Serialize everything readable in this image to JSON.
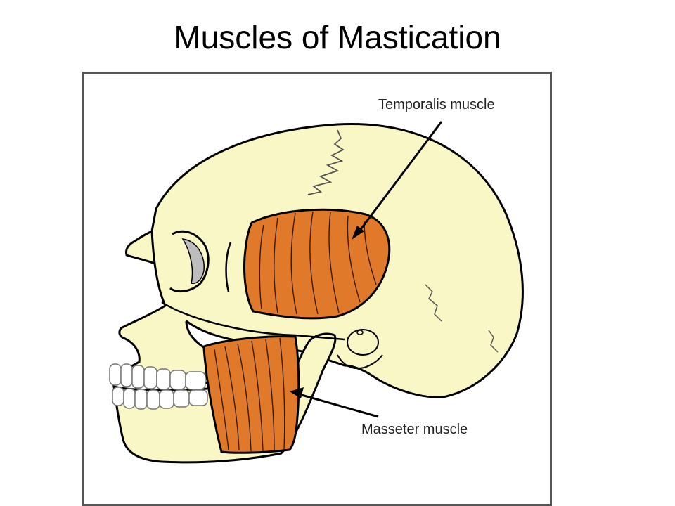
{
  "slide": {
    "title": "Muscles of Mastication"
  },
  "labels": {
    "temporalis": "Temporalis muscle",
    "masseter": "Masseter muscle"
  },
  "colors": {
    "bone": "#FAF7C6",
    "muscle": "#E07A2A",
    "outline": "#000000",
    "orbit_shadow": "#BDBDBD"
  }
}
